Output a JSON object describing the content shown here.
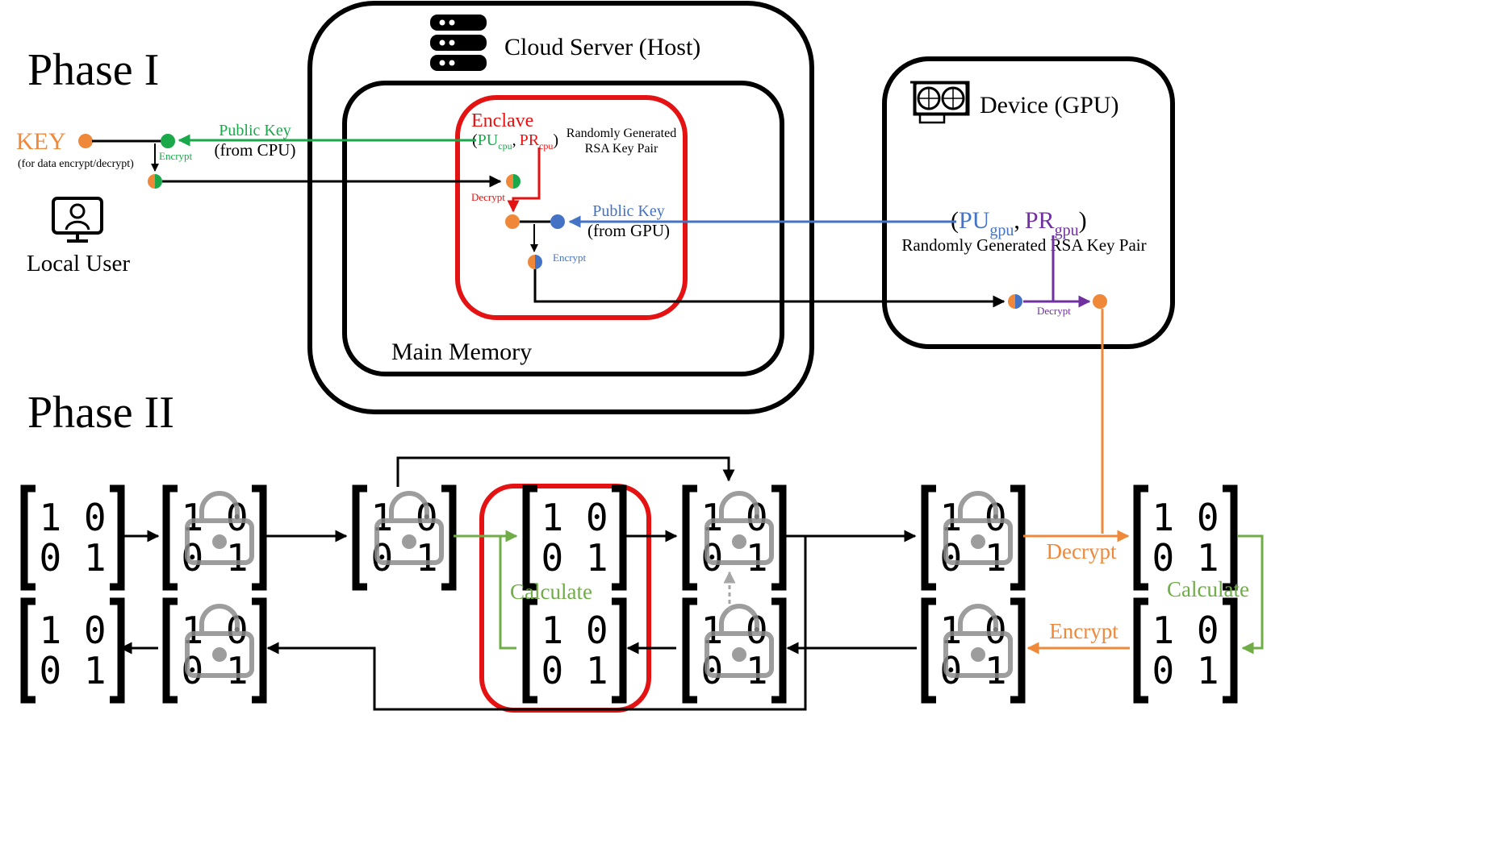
{
  "phase1": {
    "title": "Phase I",
    "key_label": "KEY",
    "key_sublabel": "(for data encrypt/decrypt)",
    "local_user": "Local User",
    "cloud_server": "Cloud Server (Host)",
    "main_memory": "Main Memory",
    "enclave": "Enclave",
    "device": "Device (GPU)",
    "cpu_keypair": {
      "open": "(",
      "pu": "PU",
      "pu_sub": "cpu",
      "sep": ",",
      "pr": "PR",
      "pr_sub": "cpu",
      "close": ")",
      "note_line1": "Randomly Generated",
      "note_line2": "RSA Key Pair"
    },
    "gpu_keypair": {
      "open": "(",
      "pu": "PU",
      "pu_sub": "gpu",
      "sep": ",",
      "pr": "PR",
      "pr_sub": "gpu",
      "close": ")",
      "note": "Randomly Generated RSA Key Pair"
    },
    "public_key_cpu": {
      "line1": "Public Key",
      "line2": "(from CPU)"
    },
    "public_key_gpu": {
      "line1": "Public Key",
      "line2": "(from GPU)"
    },
    "encrypt_small": "Encrypt",
    "decrypt_small": "Decrypt"
  },
  "phase2": {
    "title": "Phase II",
    "matrix_row1": "1 0",
    "matrix_row2": "0 1",
    "calculate": "Calculate",
    "decrypt": "Decrypt",
    "encrypt": "Encrypt"
  },
  "colors": {
    "orange": "#F0883A",
    "green": "#1AA84B",
    "blue": "#4472C4",
    "red": "#E41212",
    "purple": "#7030A0",
    "lightgreen": "#70AD47",
    "gray": "#7F7F7F"
  }
}
